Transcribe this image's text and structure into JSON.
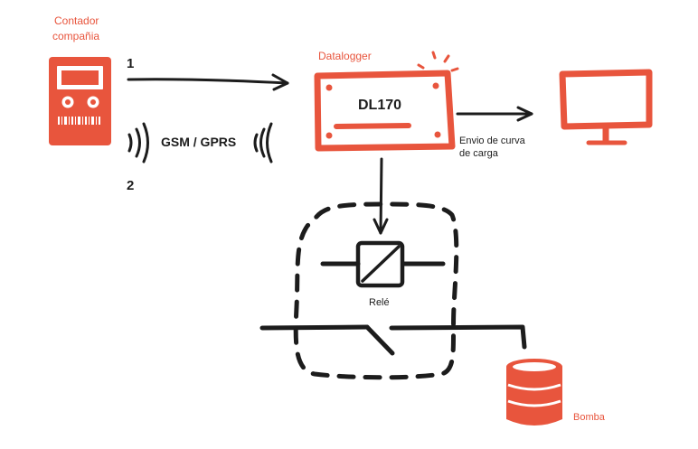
{
  "labels": {
    "meter": [
      "Contador",
      "compañia"
    ],
    "datalogger": "Datalogger",
    "device_model": "DL170",
    "step_1": "1",
    "step_2": "2",
    "gsm": "GSM / GPRS",
    "load_curve": [
      "Envio de curva",
      "de carga"
    ],
    "relay": "Relé",
    "pump": "Bomba"
  },
  "icons": [
    "meter-icon",
    "datalogger-icon",
    "monitor-icon",
    "signal-waves-icon",
    "relay-icon",
    "switch-icon",
    "pump-icon"
  ],
  "colors": {
    "accent": "#e8553d",
    "ink": "#1c1c1c",
    "background": "#ffffff"
  }
}
